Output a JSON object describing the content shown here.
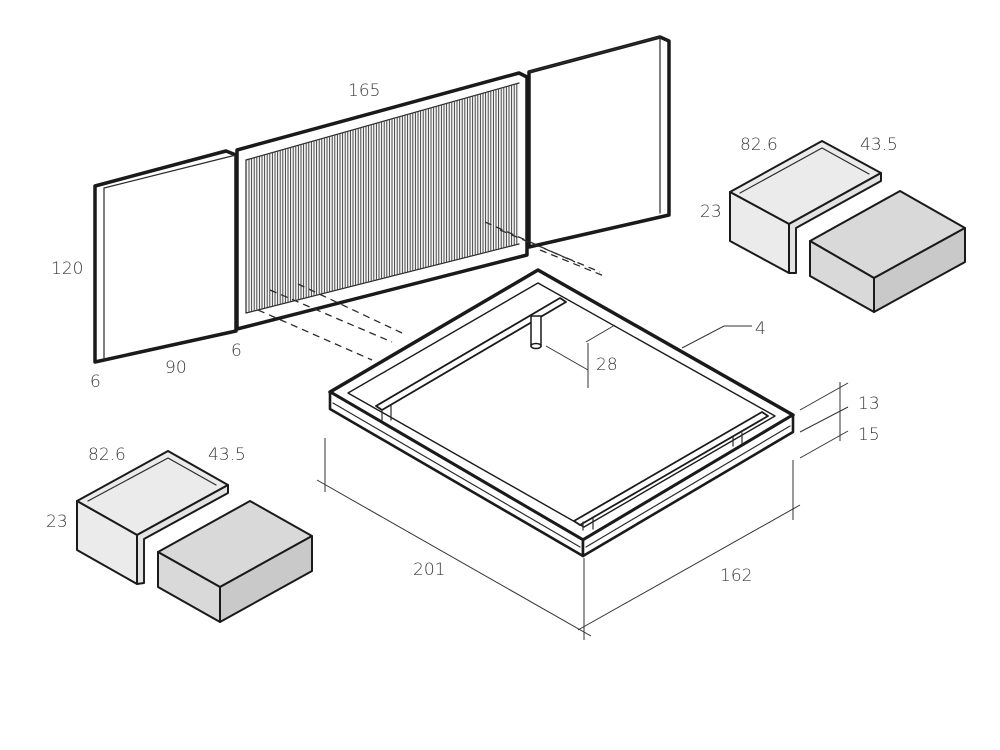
{
  "colors": {
    "line": "#1a1a1a",
    "box_light": "#ebebeb",
    "box_mid": "#d9d9d9",
    "box_dark": "#c9c9c9",
    "background": "#ffffff"
  },
  "headboard": {
    "center_width": "165",
    "height": "120",
    "side_thickness": "6",
    "side_width": "90",
    "center_thickness": "6"
  },
  "bed": {
    "frame_thickness": "4",
    "leg_height": "28",
    "length": "201",
    "width": "162",
    "upper_height": "13",
    "lower_height": "15"
  },
  "nightstand_right": {
    "width": "82.6",
    "depth": "43.5",
    "height": "23"
  },
  "nightstand_left": {
    "width": "82.6",
    "depth": "43.5",
    "height": "23"
  }
}
